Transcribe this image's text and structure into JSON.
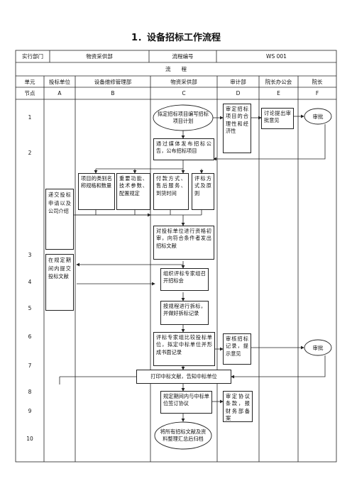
{
  "title": "1．设备招标工作流程",
  "header": {
    "dept_label": "实行部门",
    "dept_value": "物资采供部",
    "code_label": "流程编号",
    "code_value": "WS 001",
    "flow_label": "流　　程"
  },
  "columns": {
    "unit_label": "单元",
    "node_label": "节点",
    "units": [
      "投标单位",
      "设备维修管理部",
      "物资采供部",
      "审计部",
      "院长办公会",
      "院长"
    ],
    "nodes": [
      "A",
      "B",
      "C",
      "D",
      "E",
      "F"
    ]
  },
  "rows": [
    "1",
    "2",
    "3",
    "4",
    "5",
    "6",
    "7",
    "8",
    "9",
    "10"
  ],
  "boxes": {
    "start": "拟定招标项目编写招标项目计划",
    "audit1": "审定招标项目的合理性和经济性",
    "discuss": "讨论提出审批意见",
    "approve1": "审批",
    "publish": "通过媒体发布招标公告，公布招标项目",
    "b1": "项目的类别名称规格和数量",
    "b2": "重要功能、技术参数、配置规定",
    "c1": "付款方式、售后服务、到货时间",
    "c2": "评标方式及原则",
    "a1": "递交投标申请以及公司介绍",
    "prelim": "对投标单位进行资格初审，向符合条件者发出招标文献",
    "a2": "在规定期间内提交投标文献",
    "expert": "组织评标专家组召开招标会",
    "open": "按规程进行拆标，并做好拆标记录",
    "compare": "评标专家组比较投标单位，拟定中标单位并形成书面记录",
    "audit2": "审核招标记录，提示意见",
    "approve2": "审批",
    "notify": "打印中标文献，告知中标单位",
    "sign": "规定期间内与中标单位签订协议",
    "audit3": "审定协议条款，报财务部备案",
    "archive": "将所有招标文献及资料整理汇总后归档"
  }
}
